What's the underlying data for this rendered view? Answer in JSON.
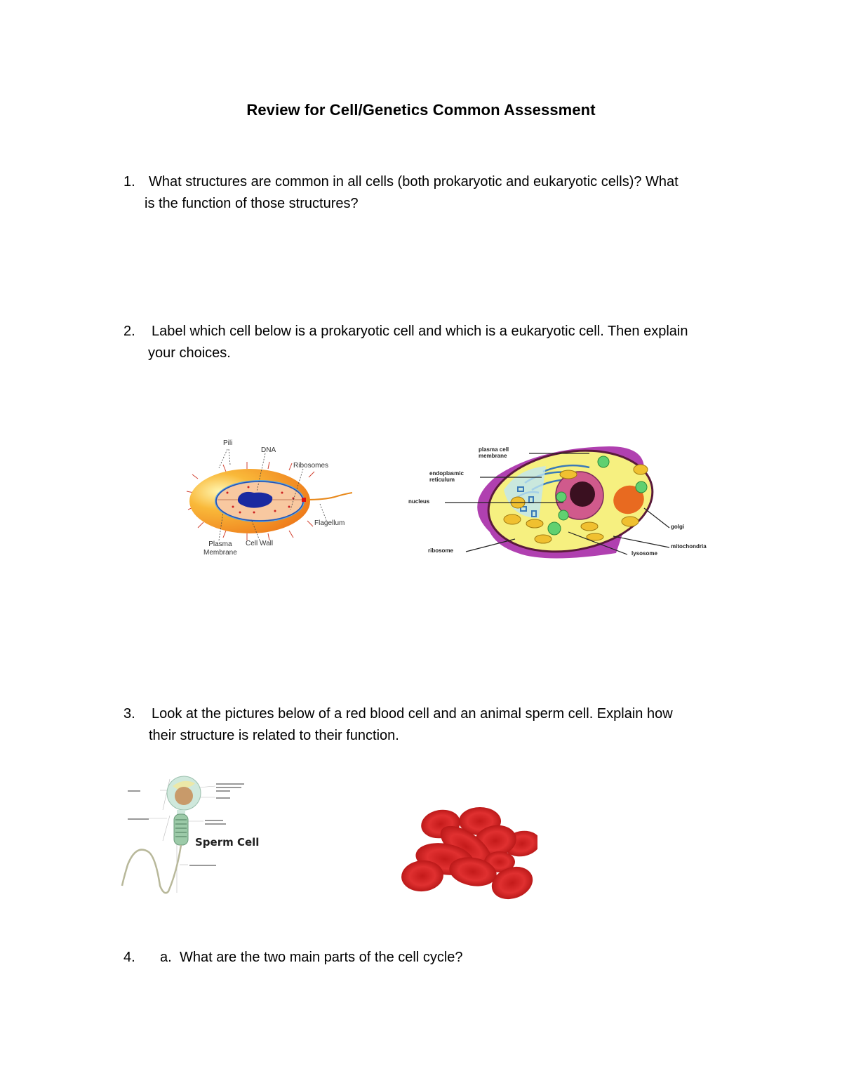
{
  "document": {
    "title": "Review for Cell/Genetics Common Assessment",
    "questions": [
      {
        "number": "1.",
        "text_line1": "What structures are common in all cells (both prokaryotic and eukaryotic cells)?  What",
        "text_line2": "is the function of those structures?"
      },
      {
        "number": "2.",
        "text_line1": "Label which cell below is a prokaryotic cell and which is a eukaryotic cell.  Then explain",
        "text_line2": "your choices."
      },
      {
        "number": "3.",
        "text_line1": "Look at the pictures below of a red blood cell and an animal sperm cell.  Explain how",
        "text_line2": "their structure is related to their function."
      },
      {
        "number": "4.",
        "sub_letter": "a.",
        "text_line1": "What are the two main parts of the cell cycle?"
      }
    ],
    "figures": {
      "prokaryote": {
        "labels": {
          "pili": "Pili",
          "dna": "DNA",
          "ribosomes": "Ribosomes",
          "flagellum": "Flagellum",
          "plasma_membrane_1": "Plasma",
          "plasma_membrane_2": "Membrane",
          "cell_wall": "Cell Wall"
        }
      },
      "eukaryote": {
        "labels": {
          "plasma_membrane_1": "plasma cell",
          "plasma_membrane_2": "membrane",
          "er_1": "endoplasmic",
          "er_2": "reticulum",
          "nucleus": "nucleus",
          "ribosome": "ribosome",
          "golgi": "golgi",
          "mitochondria": "mitochondria",
          "lysosome": "lysosome"
        }
      },
      "sperm": {
        "caption": "Sperm Cell"
      },
      "red_blood_cells": {}
    }
  }
}
